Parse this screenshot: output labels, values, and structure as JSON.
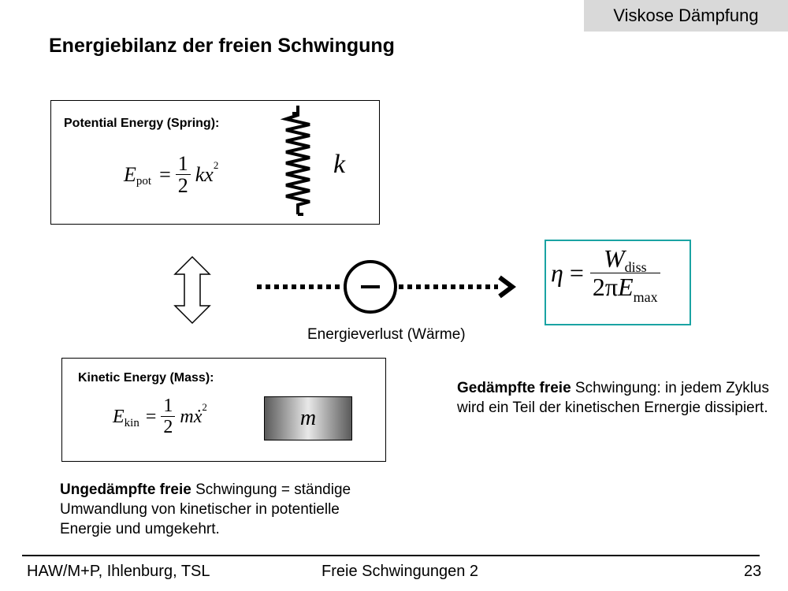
{
  "header": {
    "topic_tag": "Viskose Dämpfung",
    "title": "Energiebilanz der freien Schwingung"
  },
  "potential_box": {
    "label": "Potential Energy (Spring):",
    "formula": {
      "lhs": "E",
      "lhs_sub": "pot",
      "eq": "=",
      "num": "1",
      "den": "2",
      "rhs": "kx",
      "rhs_sup": "2"
    },
    "spring_label": "k"
  },
  "kinetic_box": {
    "label": "Kinetic Energy (Mass):",
    "formula": {
      "lhs": "E",
      "lhs_sub": "kin",
      "eq": "=",
      "num": "1",
      "den": "2",
      "rhs": "m",
      "rhs_dot": "ẋ",
      "rhs_sup": "2"
    },
    "mass_label": "m"
  },
  "loss": {
    "symbol": "–",
    "label": "Energieverlust (Wärme)"
  },
  "eta_formula": {
    "lhs": "η",
    "eq": "=",
    "num": "W",
    "num_sub": "diss",
    "den_pre": "2π",
    "den": "E",
    "den_sub": "max"
  },
  "text_undamped": {
    "bold": "Ungedämpfte freie",
    "rest": " Schwingung = ständige Umwandlung von kinetischer in potentielle Energie und umgekehrt."
  },
  "text_damped": {
    "bold": "Gedämpfte freie",
    "rest": " Schwingung: in jedem Zyklus wird ein Teil der kinetischen Ernergie dissipiert."
  },
  "footer": {
    "left": "HAW/M+P, Ihlenburg, TSL",
    "center": "Freie Schwingungen 2",
    "page": "23"
  },
  "colors": {
    "eta_border": "#1aa3a3",
    "tag_bg": "#d9d9d9"
  }
}
